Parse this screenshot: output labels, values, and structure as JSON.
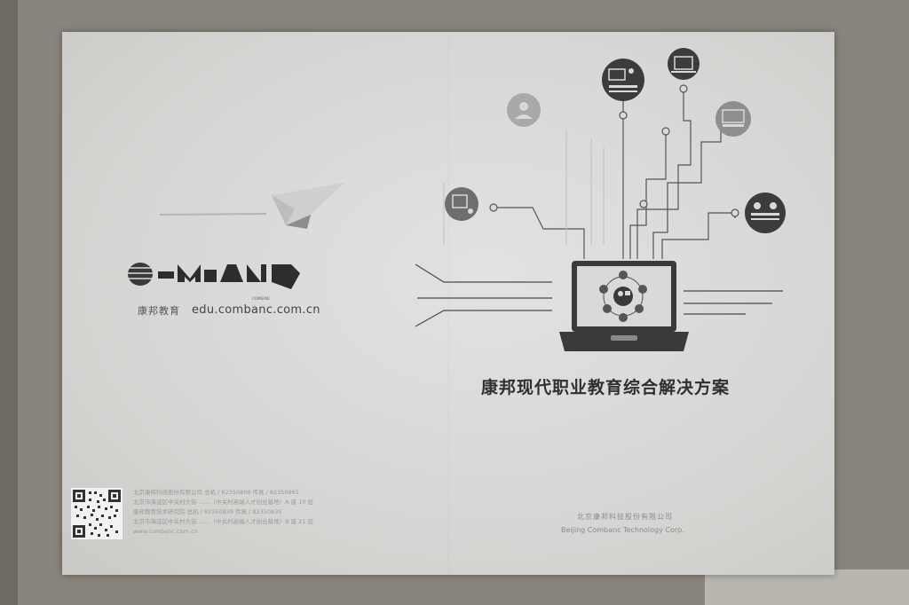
{
  "brochure": {
    "title": "康邦现代职业教育综合解决方案",
    "website": "edu.combanc.com.cn",
    "logo_wordmark": "COMBANC",
    "logo_brand_cn": "康邦教育",
    "company_cn": "北京康邦科技股份有限公司",
    "company_en": "Beijing Combanc Technology Corp.",
    "contact_lines": [
      "北京康邦科技股份有限公司  总机 / 82350808  传真 / 82350865",
      "北京市海淀区中关村大街 ……（中关村高端人才创业基地）A 座 10 层",
      "康邦教育技术研究院  总机 / 82350839  传真 / 82350835",
      "北京市海淀区中关村大街 ……（中关村高端人才创业基地）B 座 21 层",
      "www.combanc.com.cn"
    ]
  },
  "icons": {
    "top": [
      "presentation-icon",
      "video-screen-icon",
      "classroom-icon",
      "people-icon",
      "whiteboard-icon",
      "handshake-icon"
    ],
    "laptop_center": "teacher-icon"
  },
  "colors": {
    "paper": "#d9d9d7",
    "ink": "#2f2f2f",
    "backdrop": "#8a857c"
  }
}
